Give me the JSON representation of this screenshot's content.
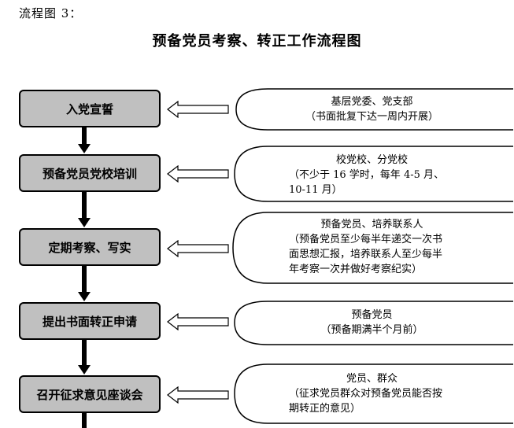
{
  "caption": "流程图 3：",
  "title": "预备党员考察、转正工作流程图",
  "steps": [
    "入党宣誓",
    "预备党员党校培训",
    "定期考察、写实",
    "提出书面转正申请",
    "召开征求意见座谈会"
  ],
  "notes": [
    {
      "lines": [
        "基层党委、党支部",
        "（书面批复下达一周内开展）"
      ]
    },
    {
      "lines": [
        "校党校、分党校",
        "（不少于 16 学时，每年 4-5 月、",
        "10-11 月）"
      ]
    },
    {
      "lines": [
        "预备党员、培养联系人",
        "（预备党员至少每半年递交一次书",
        "面思想汇报，培养联系人至少每半",
        "年考察一次并做好考察纪实）"
      ]
    },
    {
      "lines": [
        "预备党员",
        "（预备期满半个月前）"
      ]
    },
    {
      "lines": [
        "党员、群众",
        "（征求党员群众对预备党员能否按",
        "期转正的意见）"
      ]
    }
  ]
}
